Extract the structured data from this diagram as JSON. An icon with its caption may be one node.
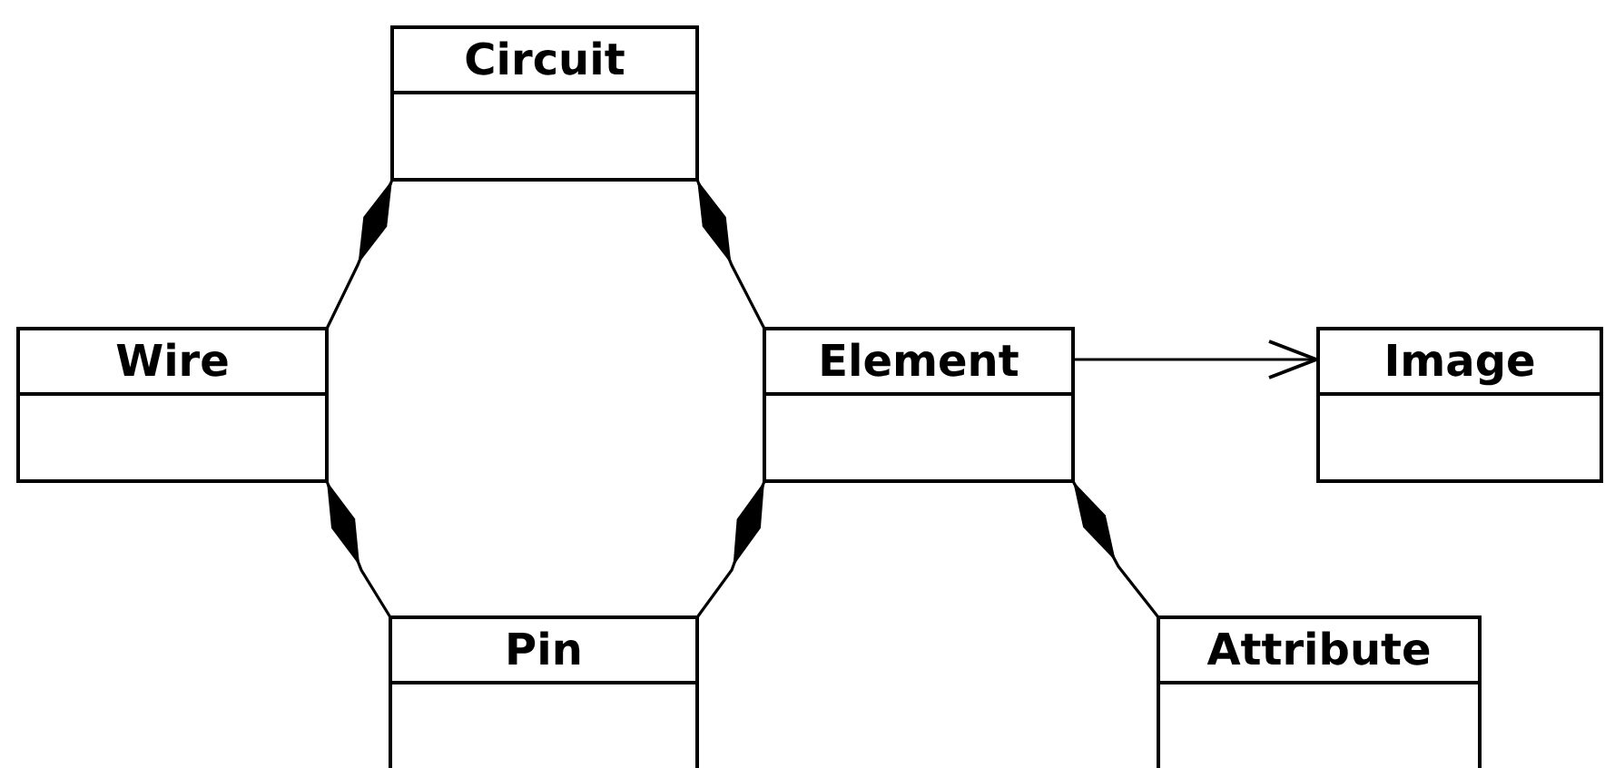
{
  "diagram": {
    "nodes": [
      {
        "text": [
          "Circuit"
        ]
      },
      {
        "text": [
          "Wire"
        ]
      },
      {
        "text": [
          "Element"
        ]
      },
      {
        "text": [
          "Image"
        ]
      },
      {
        "text": [
          "Pin"
        ]
      },
      {
        "text": [
          "Attribute"
        ]
      }
    ],
    "edges": [
      {
        "from": 0,
        "to": 1,
        "arrow": "other"
      },
      {
        "from": 0,
        "to": 2,
        "arrow": "other"
      },
      {
        "from": 2,
        "to": 3,
        "arrow": "to"
      },
      {
        "from": 1,
        "to": 4,
        "arrow": "other"
      },
      {
        "from": 2,
        "to": 4,
        "arrow": "other"
      },
      {
        "from": 2,
        "to": 5,
        "arrow": "other"
      }
    ]
  }
}
